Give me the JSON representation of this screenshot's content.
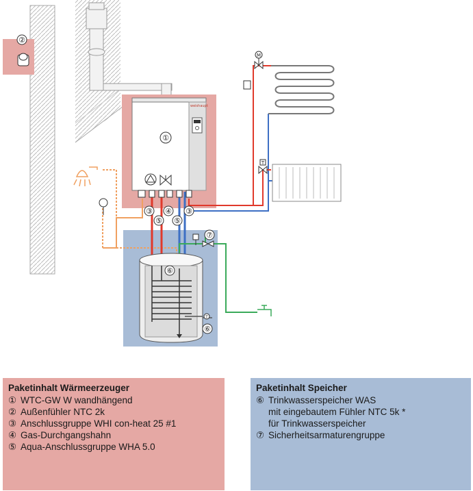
{
  "diagram": {
    "brand_label": "weishaupt",
    "markers": {
      "wall_unit": "①",
      "outdoor_sensor": "②",
      "connection_left": "③",
      "connection_right": "③",
      "gas_valve": "④",
      "aqua_left": "⑤",
      "aqua_right": "⑤",
      "tank": "⑥",
      "tank_sensor": "⑥",
      "safety_group": "⑦"
    },
    "valve_labels": {
      "motor": "M",
      "thermostat": "T",
      "sensor": "T"
    },
    "colors": {
      "flow": "#e0392b",
      "return": "#3d6fc4",
      "hot_water": "#f0a060",
      "cold_water": "#3aaa5a",
      "pink_area": "#e5a8a4",
      "blue_area": "#a8bcd6"
    }
  },
  "legend": {
    "left": {
      "title": "Paketinhalt Wärmeerzeuger",
      "items": [
        {
          "num": "①",
          "lines": [
            "WTC-GW W wandhängend"
          ]
        },
        {
          "num": "②",
          "lines": [
            "Außenfühler NTC 2k"
          ]
        },
        {
          "num": "③",
          "lines": [
            "Anschlussgruppe WHI con-heat 25 #1"
          ]
        },
        {
          "num": "④",
          "lines": [
            "Gas-Durchgangshahn"
          ]
        },
        {
          "num": "⑤",
          "lines": [
            "Aqua-Anschlussgruppe WHA 5.0"
          ]
        }
      ]
    },
    "right": {
      "title": "Paketinhalt Speicher",
      "items": [
        {
          "num": "⑥",
          "lines": [
            "Trinkwasserspeicher WAS",
            "mit eingebautem Fühler NTC 5k *",
            "für Trinkwasserspeicher"
          ]
        },
        {
          "num": "⑦",
          "lines": [
            "Sicherheitsarmaturengruppe"
          ]
        }
      ]
    }
  }
}
